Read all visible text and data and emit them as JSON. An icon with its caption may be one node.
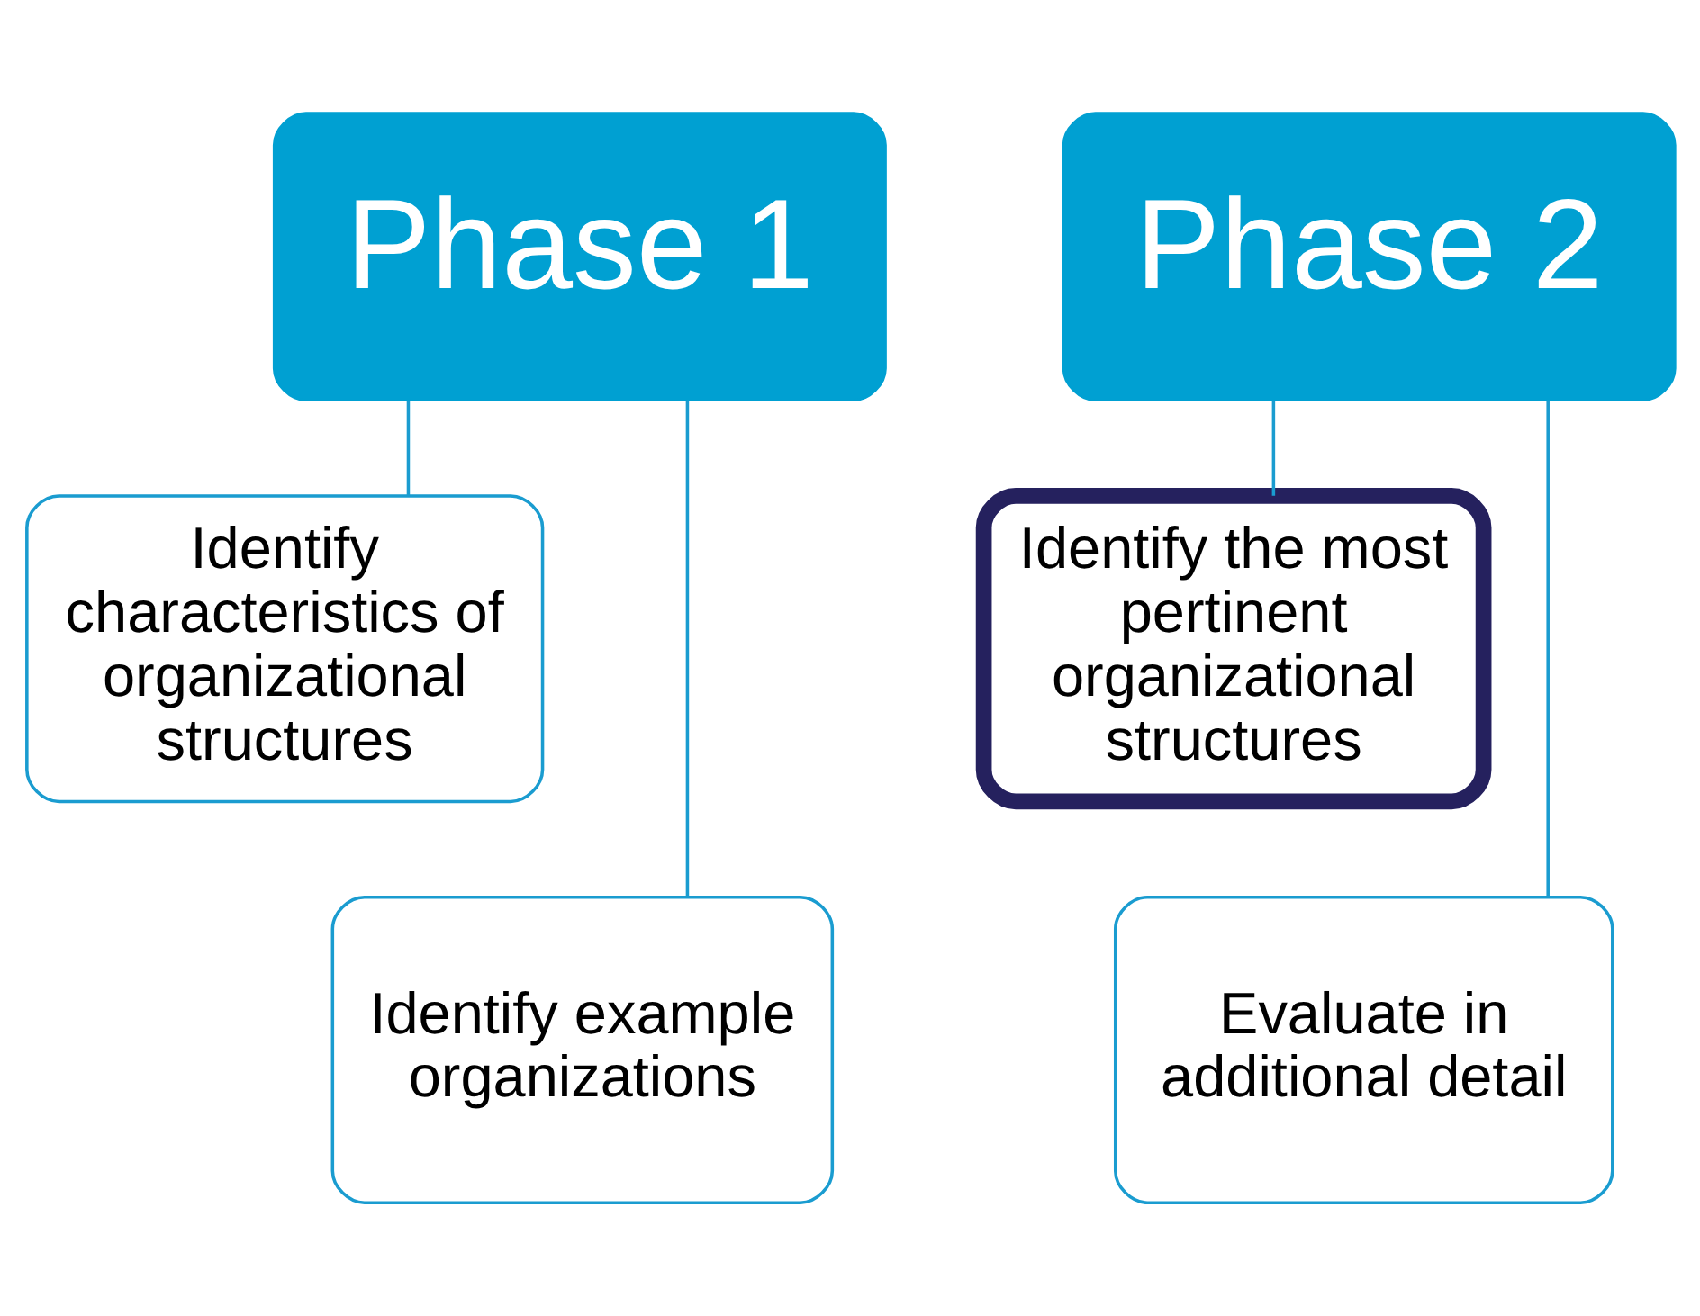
{
  "diagram": {
    "nodes": [
      {
        "text": [
          "Phase 1"
        ]
      },
      {
        "text": [
          "Identify characteristics of organizational structures"
        ]
      },
      {
        "text": [
          "Identify example organizations"
        ]
      },
      {
        "text": [
          "Phase 2"
        ]
      },
      {
        "text": [
          "Identify the most pertinent organizational structures"
        ]
      },
      {
        "text": [
          "Evaluate in additional detail"
        ]
      }
    ],
    "edges": [
      {
        "from": 0,
        "to": 1,
        "arrow": "none"
      },
      {
        "from": 0,
        "to": 2,
        "arrow": "none"
      },
      {
        "from": 3,
        "to": 4,
        "arrow": "none"
      },
      {
        "from": 3,
        "to": 5,
        "arrow": "none"
      }
    ]
  }
}
